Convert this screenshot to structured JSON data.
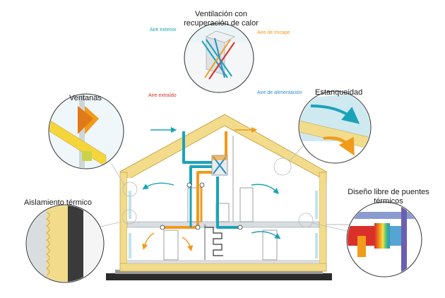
{
  "labels": {
    "ventilacion_line1": "Ventilación con",
    "ventilacion_line2": "recuperación de calor",
    "aire_exterior": "Aire exterior",
    "aire_escape": "Aire de escape",
    "aire_extraido": "Aire extraído",
    "aire_alimentacion": "Aire de alimentación",
    "ventanas": "Ventanas",
    "estanqueidad": "Estanqueidad",
    "aislamiento": "Aislamiento térmico",
    "puentes_line1": "Diseño libre de puentes",
    "puentes_line2": "térmicos"
  },
  "colors": {
    "insulation": "#f2dc8c",
    "insulation_edge": "#c9a94a",
    "teal": "#1aa3b8",
    "orange": "#f29a1a",
    "red": "#d9302a",
    "blue": "#2a8fc9",
    "glass": "#bfe4ee",
    "ground": "#2b2b2b"
  },
  "icons": [
    "heat-exchanger-icon",
    "window-icon",
    "airtight-seal-icon",
    "insulation-layer-icon",
    "thermal-bridge-icon"
  ]
}
